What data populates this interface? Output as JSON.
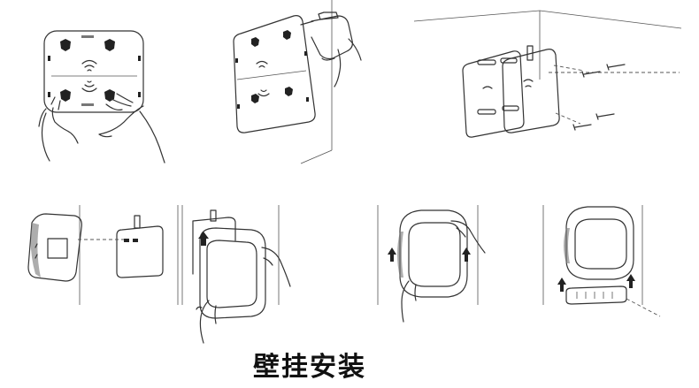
{
  "caption": {
    "text": "壁挂安装"
  },
  "steps": [
    {
      "id": "step-1",
      "icon": "hands-holding-mount-plate-icon"
    },
    {
      "id": "step-2",
      "icon": "marking-screw-holes-on-wall-icon"
    },
    {
      "id": "step-3",
      "icon": "screwing-mount-plate-to-wall-icon"
    },
    {
      "id": "step-4",
      "icon": "aligning-device-with-plate-icon"
    },
    {
      "id": "step-5",
      "icon": "hanging-device-onto-plate-icon"
    },
    {
      "id": "step-6",
      "icon": "pushing-device-up-icon"
    },
    {
      "id": "step-7",
      "icon": "locking-device-in-place-icon"
    }
  ],
  "colors": {
    "line": "#333333",
    "arrow": "#222222",
    "background": "#ffffff",
    "caption": "#111111"
  }
}
